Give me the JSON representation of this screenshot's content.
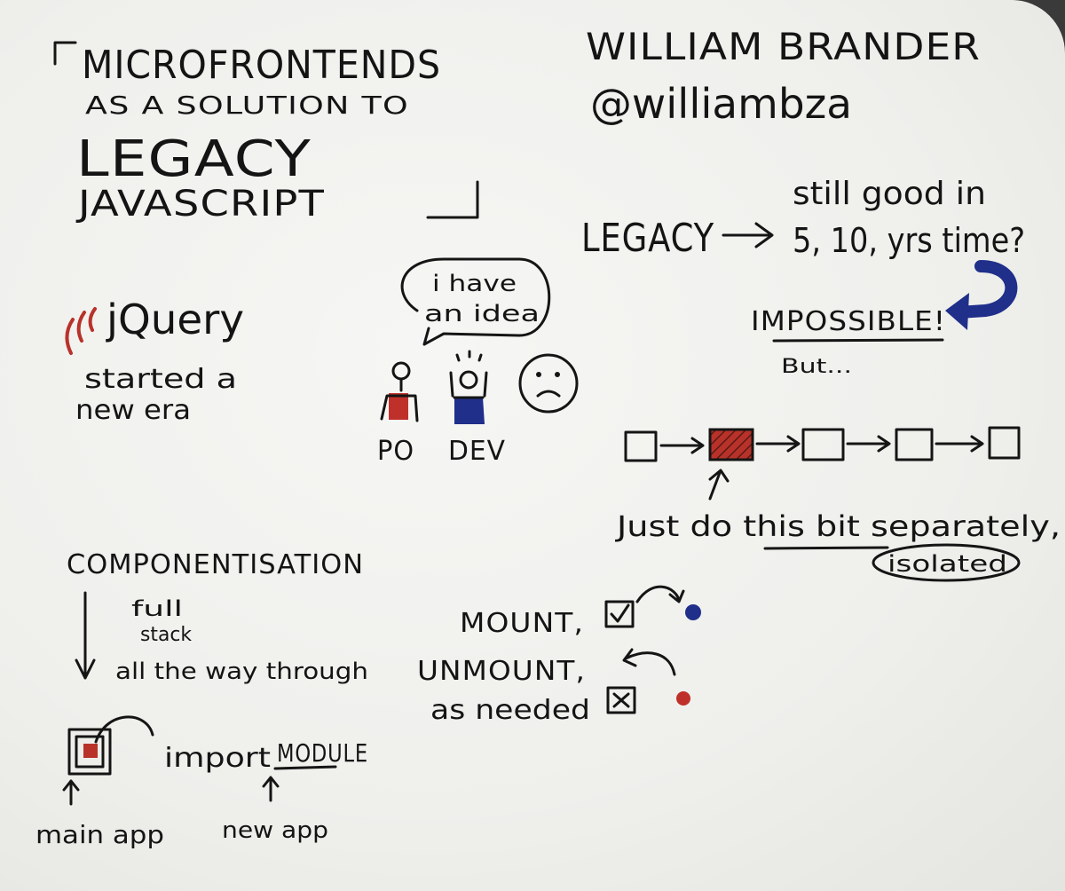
{
  "title": {
    "line1": "MICROFRONTENDS",
    "line2": "AS A SOLUTION TO",
    "line3": "LEGACY",
    "line4": "JAVASCRIPT"
  },
  "author": {
    "name": "WILLIAM BRANDER",
    "handle": "@williambza"
  },
  "legacy_section": {
    "label": "LEGACY",
    "question_line1": "still good in",
    "question_line2": "5, 10, yrs time?",
    "answer": "IMPOSSIBLE!",
    "but": "But...",
    "instruction": "Just do this bit separately,",
    "isolated": "isolated"
  },
  "jquery_section": {
    "logo_text": "jQuery",
    "line1": "started a",
    "line2": "new era"
  },
  "idea_section": {
    "speech_line1": "i have",
    "speech_line2": "an idea",
    "po_label": "PO",
    "dev_label": "DEV"
  },
  "componentisation": {
    "heading": "COMPONENTISATION",
    "line1": "full",
    "line2": "stack",
    "line3": "all the way through",
    "import_word": "import",
    "module_word": "MODULE",
    "main_app": "main app",
    "new_app": "new app"
  },
  "mount_section": {
    "mount": "MOUNT,",
    "unmount": "UNMOUNT,",
    "as_needed": "as needed"
  },
  "colors": {
    "ink": "#151515",
    "red": "#b8322a",
    "blue": "#1f2f8a",
    "paper": "#f2f2ef"
  }
}
